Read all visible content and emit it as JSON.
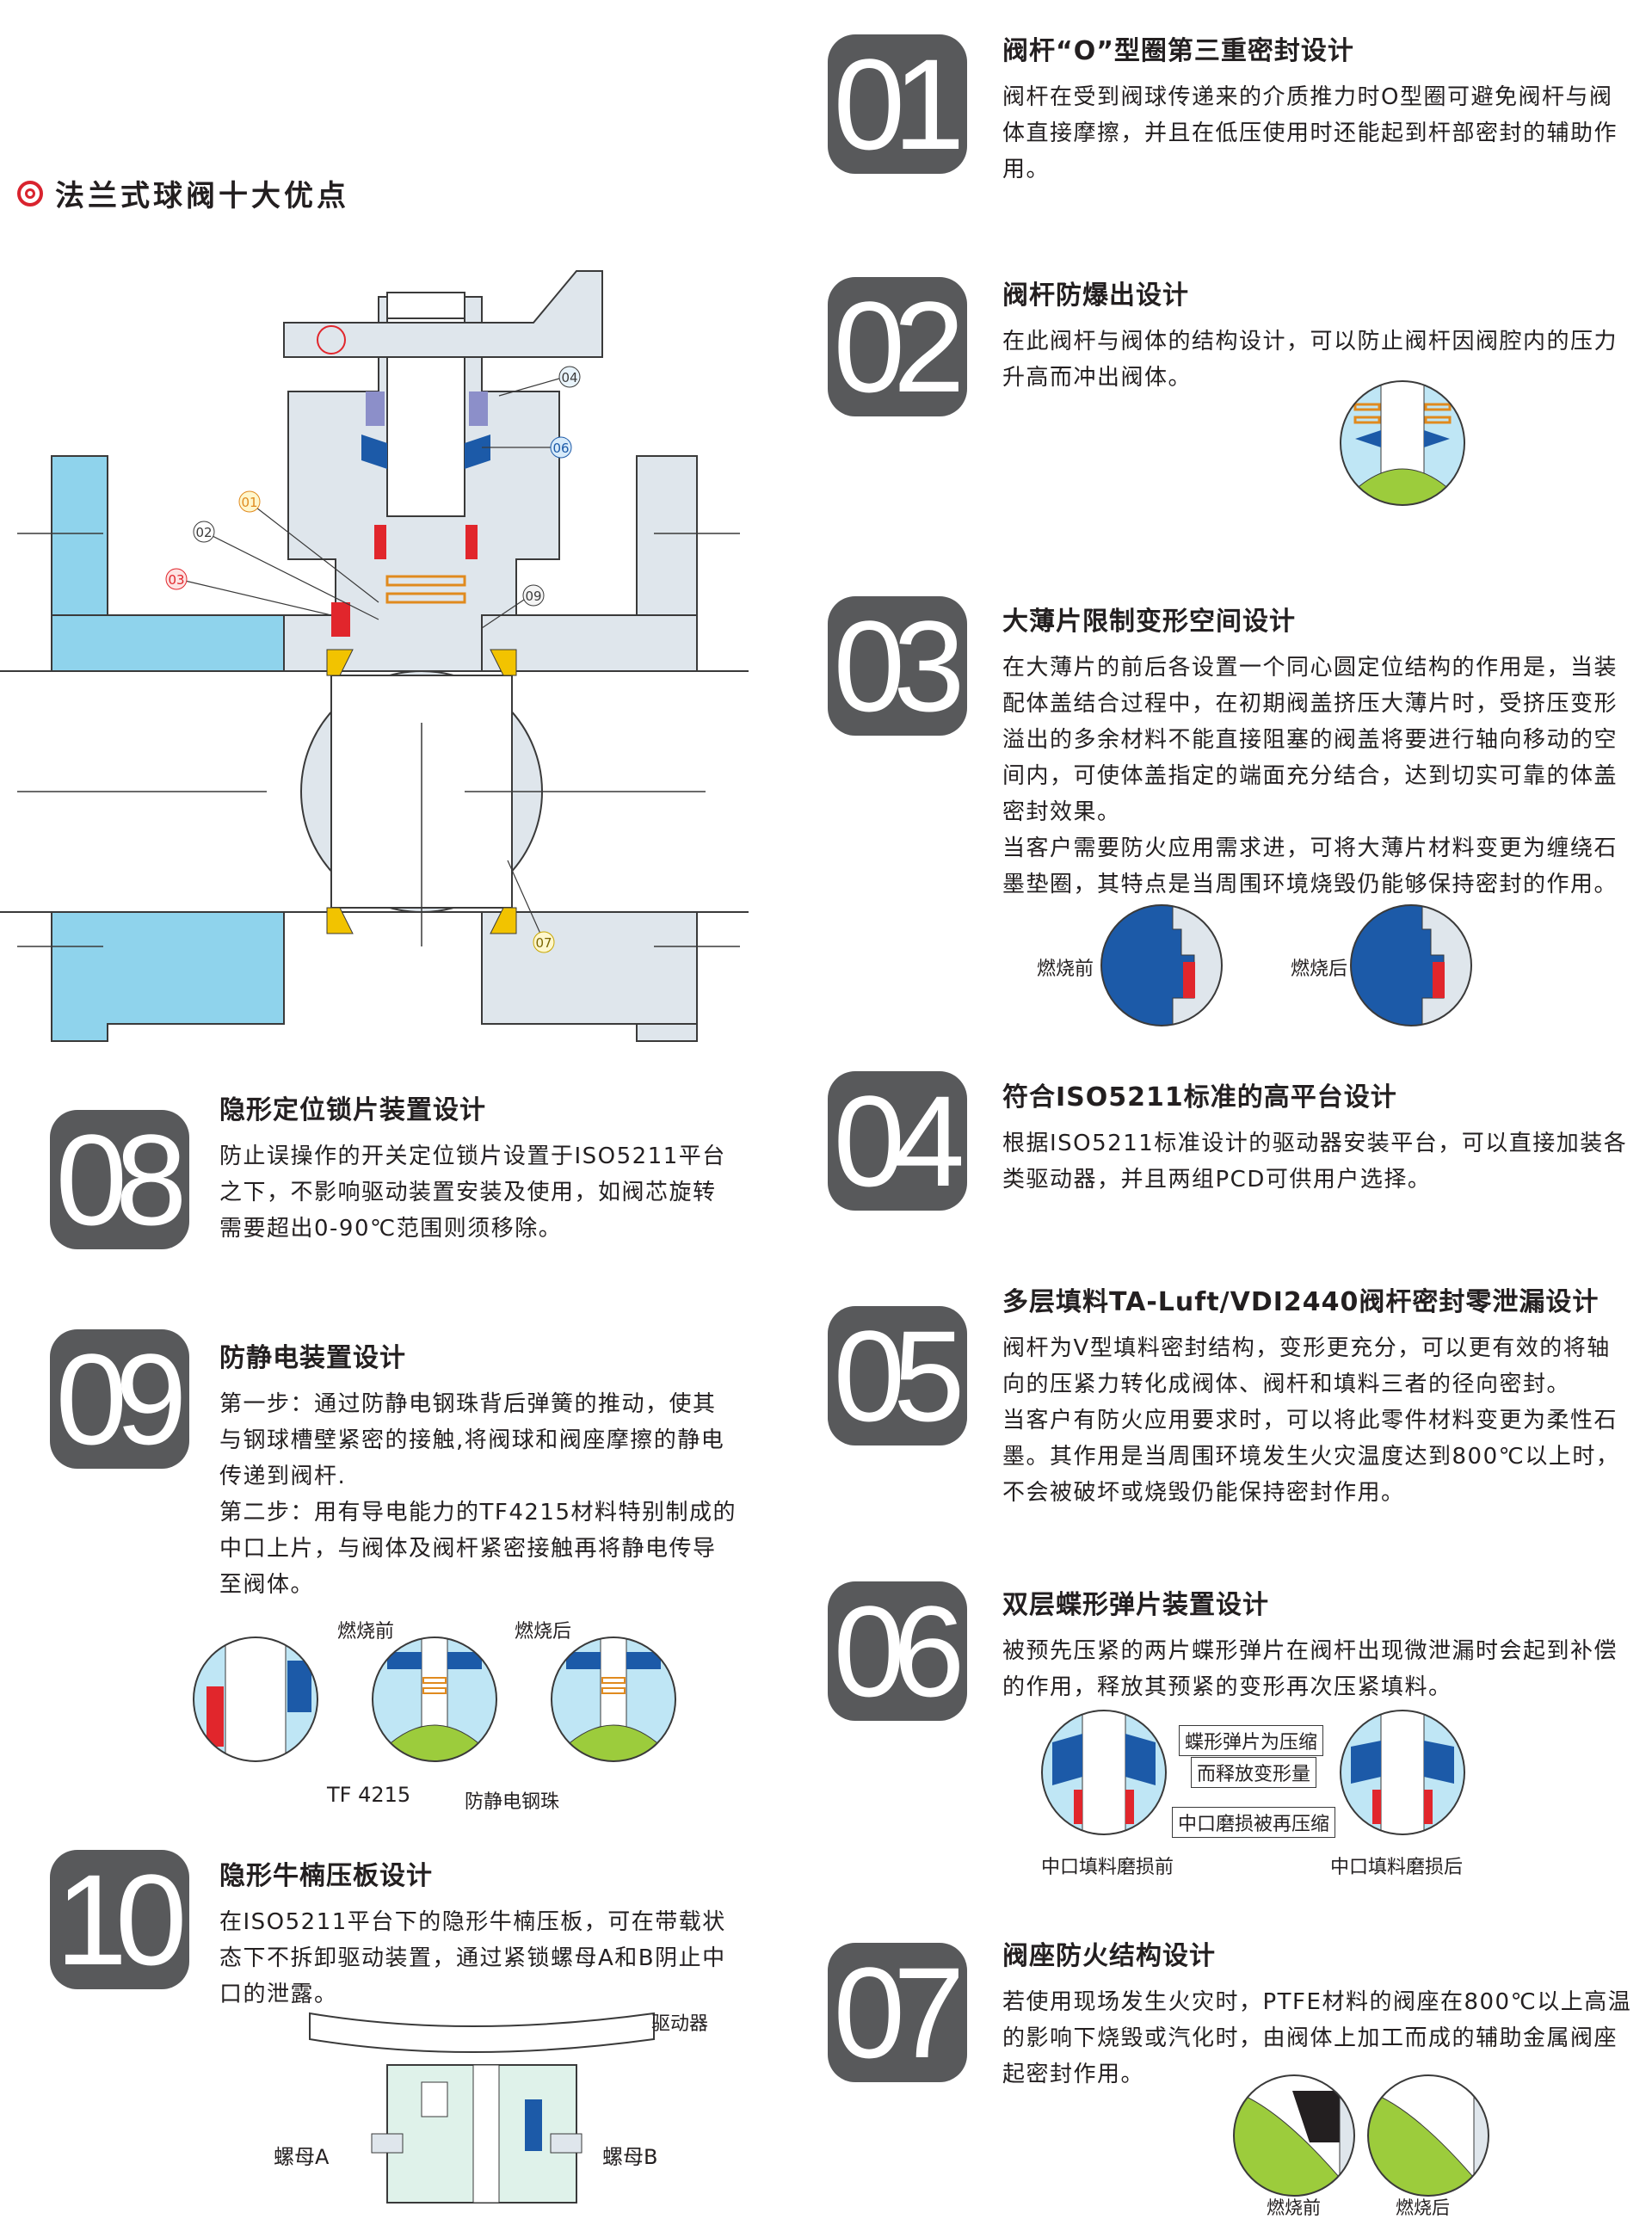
{
  "page": {
    "heading": "法兰式球阀十大优点"
  },
  "diagram_labels": {
    "c01": "01",
    "c02": "02",
    "c03": "03",
    "c04": "04",
    "c06": "06",
    "c07": "07",
    "c09": "09"
  },
  "features": [
    {
      "num": "01",
      "title": "阀杆“O”型圈第三重密封设计",
      "lines": [
        "阀杆在受到阀球传递来的介质推力时O型圈可避免阀杆与阀",
        "体直接摩擦，并且在低压使用时还能起到杆部密封的辅助作",
        "用。"
      ]
    },
    {
      "num": "02",
      "title": "阀杆防爆出设计",
      "lines": [
        "在此阀杆与阀体的结构设计，可以防止阀杆因阀腔内的压力",
        "升高而冲出阀体。"
      ]
    },
    {
      "num": "03",
      "title": "大薄片限制变形空间设计",
      "lines": [
        "在大薄片的前后各设置一个同心圆定位结构的作用是，当装",
        "配体盖结合过程中，在初期阀盖挤压大薄片时，受挤压变形",
        "溢出的多余材料不能直接阻塞的阀盖将要进行轴向移动的空",
        "间内，可使体盖指定的端面充分结合，达到切实可靠的体盖",
        "密封效果。",
        "当客户需要防火应用需求进，可将大薄片材料变更为缠绕石",
        "墨垫圈，其特点是当周围环境烧毁仍能够保持密封的作用。"
      ],
      "captions": [
        "燃烧前",
        "燃烧后"
      ]
    },
    {
      "num": "04",
      "title": "符合ISO5211标准的高平台设计",
      "lines": [
        "根据ISO5211标准设计的驱动器安装平台，可以直接加装各",
        "类驱动器，并且两组PCD可供用户选择。"
      ]
    },
    {
      "num": "05",
      "title": "多层填料TA-Luft/VDI2440阀杆密封零泄漏设计",
      "lines": [
        "阀杆为V型填料密封结构，变形更充分，可以更有效的将轴",
        "向的压紧力转化成阀体、阀杆和填料三者的径向密封。",
        "当客户有防火应用要求时，可以将此零件材料变更为柔性石",
        "墨。其作用是当周围环境发生火灾温度达到800℃以上时，",
        "不会被破坏或烧毁仍能保持密封作用。"
      ]
    },
    {
      "num": "06",
      "title": "双层蝶形弹片装置设计",
      "lines": [
        "被预先压紧的两片蝶形弹片在阀杆出现微泄漏时会起到补偿",
        "的作用，释放其预紧的变形再次压紧填料。"
      ],
      "callouts": [
        "蝶形弹片为压缩",
        "而释放变形量",
        "中口磨损被再压缩"
      ],
      "captions": [
        "中口填料磨损前",
        "中口填料磨损后"
      ]
    },
    {
      "num": "07",
      "title": "阀座防火结构设计",
      "lines": [
        "若使用现场发生火灾时，PTFE材料的阀座在800℃以上高温",
        "的影响下烧毁或汽化时，由阀体上加工而成的辅助金属阀座",
        "起密封作用。"
      ],
      "captions": [
        "燃烧前",
        "燃烧后"
      ]
    },
    {
      "num": "08",
      "title": "隐形定位锁片装置设计",
      "lines": [
        "防止误操作的开关定位锁片设置于ISO5211平台",
        "之下，不影响驱动装置安装及使用，如阀芯旋转",
        "需要超出0-90℃范围则须移除。"
      ]
    },
    {
      "num": "09",
      "title": "防静电装置设计",
      "lines": [
        "第一步：通过防静电钢珠背后弹簧的推动，使其",
        "与钢球槽壁紧密的接触,将阀球和阀座摩擦的静电",
        "传递到阀杆.",
        "第二步：用有导电能力的TF4215材料特别制成的",
        "中口上片，与阀体及阀杆紧密接触再将静电传导",
        "至阀体。"
      ],
      "captions": [
        "燃烧前",
        "燃烧后",
        "TF 4215",
        "防静电钢珠"
      ]
    },
    {
      "num": "10",
      "title": "隐形牛楠压板设计",
      "lines": [
        "在ISO5211平台下的隐形牛楠压板，可在带载状",
        "态下不拆卸驱动装置，通过紧锁螺母A和B阴止中",
        "口的泄露。"
      ],
      "captions": [
        "驱动器",
        "螺母A",
        "螺母B"
      ]
    }
  ],
  "colors": {
    "badge": "#58595b",
    "body_blue": "#8fd3ec",
    "body_gray": "#dfe6ec",
    "accent_red": "#e1262c",
    "seat_yellow": "#f2c300",
    "packing_blue": "#1c5aa8",
    "green": "#9ccc3c"
  }
}
